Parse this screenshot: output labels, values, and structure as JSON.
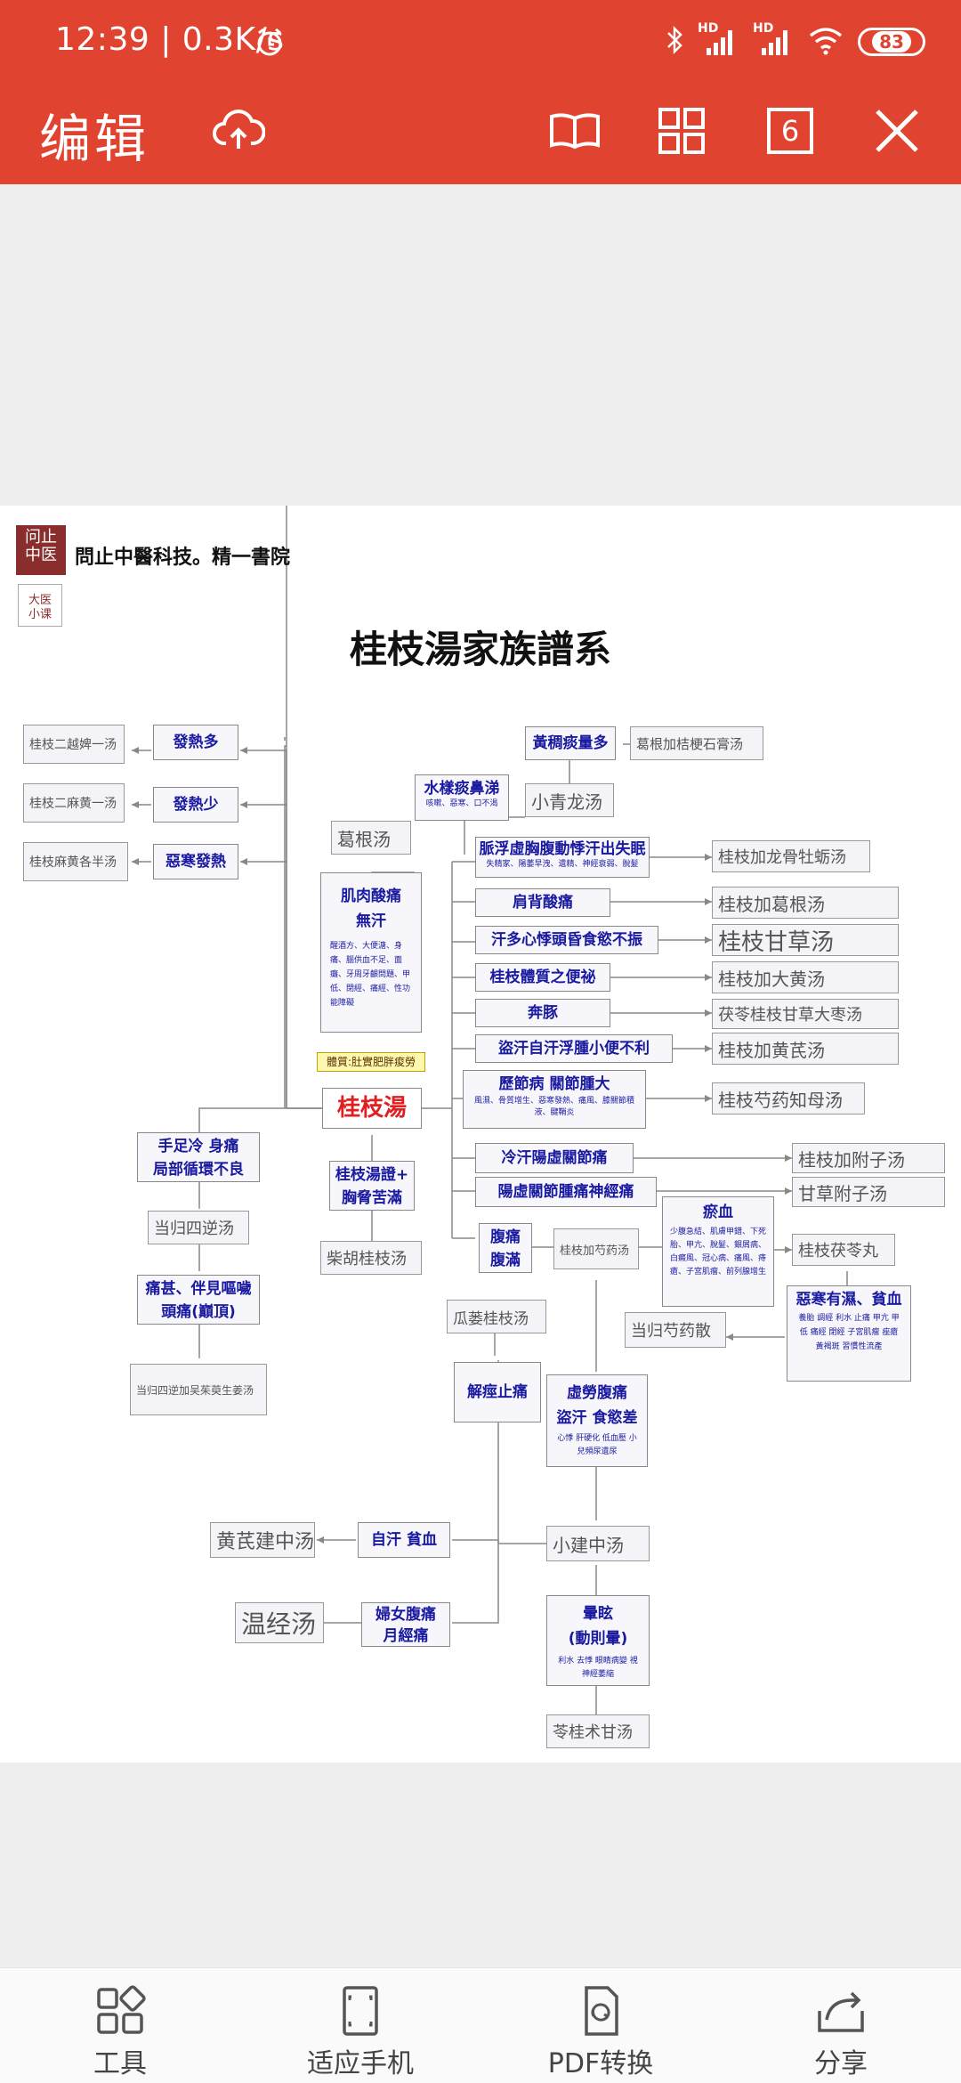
{
  "status_bar": {
    "time": "12:39 | 0.3K/s",
    "hd1": "HD",
    "hd2": "HD",
    "battery": "83"
  },
  "toolbar": {
    "title": "编辑",
    "page_number": "6"
  },
  "colors": {
    "accent": "#e04430",
    "node_text": "#1a1aa0",
    "center_text": "#e02020"
  },
  "document": {
    "logo_text": "问止\n中医",
    "logo2_text": "大医\n小课",
    "org": "問止中醫科技。精一書院",
    "title": "桂枝湯家族譜系",
    "center": "桂枝湯",
    "constitution_tag": "體質:肚實肥胖痠勞",
    "nodes": {
      "n_fare_duo": "發熱多",
      "n_fare_shao": "發熱少",
      "n_ehan_fare": "惡寒發熱",
      "n_huangchou": "黃稠痰量多",
      "n_shuiyang": "水樣痰鼻涕",
      "n_shuiyang_sub": "咳嗽、惡寒、口不渴",
      "n_jirou": "肌肉酸痛\n無汗",
      "n_jirou_sub": "醒酒方、大便溏、身痛、腦供血不足、面癱、牙周牙齦問題、甲低、閉經、痛經、性功能障礙",
      "n_mai": "脈浮虛胸腹動悸汗出失眠",
      "n_mai_sub": "失精家、陽萎早洩、遺精、神經衰弱、脫髮",
      "n_jianbei": "肩背酸痛",
      "n_handuo": "汗多心悸頭昏食慾不振",
      "n_tizhi": "桂枝體質之便祕",
      "n_bentun": "奔豚",
      "n_daohan": "盜汗自汗浮腫小便不利",
      "n_lijie": "歷節病 關節腫大",
      "n_lijie_sub": "風濕、骨質增生、惡寒發熱、痛風、膝關節積液、腱鞘炎",
      "n_lenghan": "冷汗陽虛關節痛",
      "n_yangxu": "陽虛關節腫痛神經痛",
      "n_shouzu": "手足冷 身痛\n局部循環不良",
      "n_tongshen": "痛甚、伴見嘔噦\n頭痛(巔頂)",
      "n_guizhi_zheng": "桂枝湯證+\n胸脅苦滿",
      "n_futong": "腹痛\n腹滿",
      "n_yuxue": "瘀血",
      "n_yuxue_sub": "少腹急結、肌膚甲錯、下死胎、甲亢、脫髮、銀屑病、白癜風、冠心病、痛風、痔瘡、子宮肌瘤、前列腺增生",
      "n_ehan_you": "惡寒有濕、貧血",
      "n_ehan_you_sub": "養胎 調經 利水 止痛 甲亢 甲低 痛經 閉經 子宮肌瘤 痤瘡 黃褐斑 習慣性流產",
      "n_jiejing": "解痙止痛",
      "n_xulao": "虛勞腹痛\n盜汗 食慾差",
      "n_xulao_sub": "心悸 肝硬化 低血壓 小兒頻尿遺尿",
      "n_zihan": "自汗 貧血",
      "n_funv": "婦女腹痛\n月經痛",
      "n_xuanyun": "暈眩\n(動則暈)",
      "n_xuanyun_sub": "利水 去悸 眼睛病變 視神經萎縮"
    },
    "formulas": {
      "f_erbi": "桂枝二越婢一汤",
      "f_ermahuang": "桂枝二麻黄一汤",
      "f_mahuang_gebanna": "桂枝麻黄各半汤",
      "f_gegen_jiegeng": "葛根加桔梗石膏汤",
      "f_xiaoqinglong": "小青龙汤",
      "f_gegen": "葛根汤",
      "f_longgu": "桂枝加龙骨牡蛎汤",
      "f_jia_gegen": "桂枝加葛根汤",
      "f_gancao": "桂枝甘草汤",
      "f_dahuang": "桂枝加大黄汤",
      "f_fuling_dazao": "茯苓桂枝甘草大枣汤",
      "f_huangqi": "桂枝加黄芪汤",
      "f_shaoyao_zhimu": "桂枝芍药知母汤",
      "f_fuzi": "桂枝加附子汤",
      "f_gancao_fuzi": "甘草附子汤",
      "f_danggui_sini": "当归四逆汤",
      "f_danggui_wuzhuyu": "当归四逆加吴茱萸生姜汤",
      "f_chaihu": "柴胡桂枝汤",
      "f_shaoyao": "桂枝加芍药汤",
      "f_fuling_wan": "桂枝茯苓丸",
      "f_danggui_shaoyao": "当归芍药散",
      "f_gualou": "瓜蒌桂枝汤",
      "f_huangqi_jianzhong": "黄芪建中汤",
      "f_xiaojianzhong": "小建中汤",
      "f_wenjing": "温经汤",
      "f_linggui": "苓桂术甘汤"
    }
  },
  "bottom_bar": {
    "tools": "工具",
    "fit_phone": "适应手机",
    "pdf_convert": "PDF转换",
    "share": "分享"
  }
}
